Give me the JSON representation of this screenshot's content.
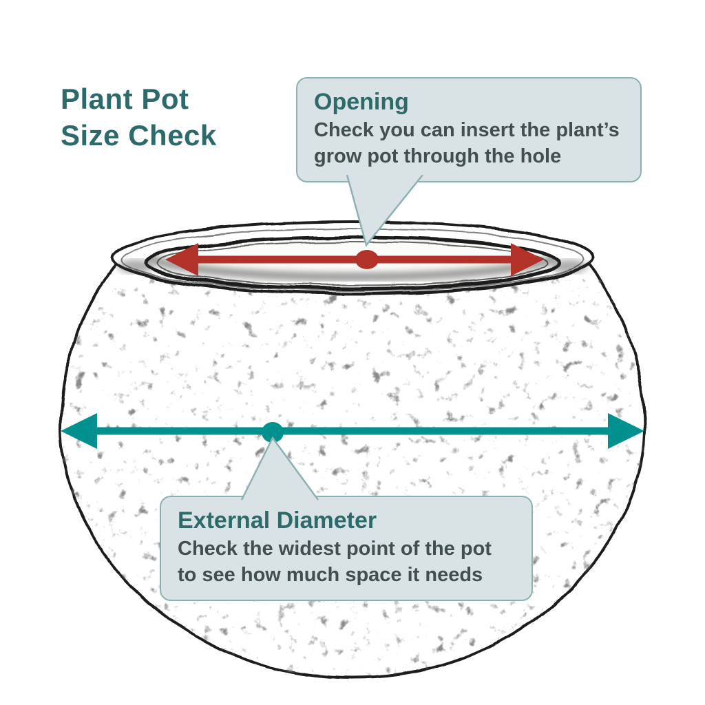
{
  "page": {
    "title_line1": "Plant Pot",
    "title_line2": "Size Check"
  },
  "callouts": {
    "opening": {
      "title": "Opening",
      "body_line1": "Check you can insert the plant’s",
      "body_line2": "grow pot through the hole"
    },
    "external_diameter": {
      "title": "External Diameter",
      "body_line1": "Check the widest point of the pot",
      "body_line2": "to see how much space it needs"
    }
  },
  "diagram": {
    "subject": "round plant pot sketch",
    "opening_arrow": "opening diameter measurement arrow",
    "external_arrow": "external diameter measurement arrow"
  },
  "colors": {
    "heading_teal": "#2d6a69",
    "callout_bg": "#d9e3e5",
    "callout_border": "#8fb0b3",
    "body_text": "#414f51",
    "opening_arrow_red": "#b23128",
    "diameter_arrow_teal": "#00918f",
    "sketch_ink": "#1c1c1c"
  }
}
